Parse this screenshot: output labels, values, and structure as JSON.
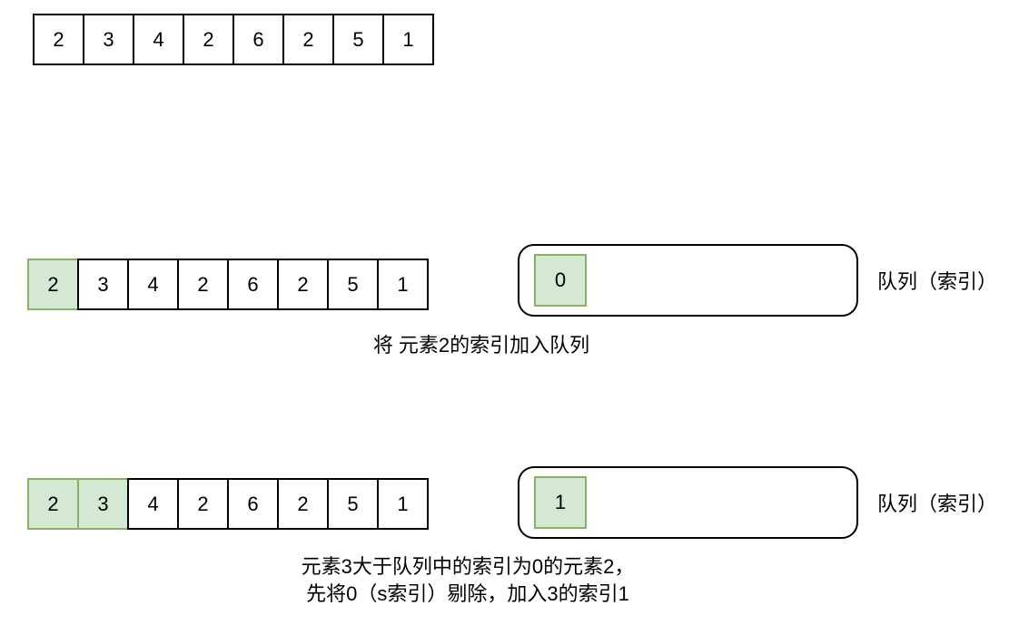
{
  "colors": {
    "background": "#ffffff",
    "text": "#000000",
    "cell_fill": "#ffffff",
    "cell_border": "#000000",
    "highlight_fill": "#d5e8d4",
    "highlight_border": "#82b366"
  },
  "rows": [
    {
      "name": "initial-array",
      "cells": [
        {
          "value": "2",
          "highlighted": false
        },
        {
          "value": "3",
          "highlighted": false
        },
        {
          "value": "4",
          "highlighted": false
        },
        {
          "value": "2",
          "highlighted": false
        },
        {
          "value": "6",
          "highlighted": false
        },
        {
          "value": "2",
          "highlighted": false
        },
        {
          "value": "5",
          "highlighted": false
        },
        {
          "value": "1",
          "highlighted": false
        }
      ]
    },
    {
      "name": "step1-array",
      "cells": [
        {
          "value": "2",
          "highlighted": true
        },
        {
          "value": "3",
          "highlighted": false
        },
        {
          "value": "4",
          "highlighted": false
        },
        {
          "value": "2",
          "highlighted": false
        },
        {
          "value": "6",
          "highlighted": false
        },
        {
          "value": "2",
          "highlighted": false
        },
        {
          "value": "5",
          "highlighted": false
        },
        {
          "value": "1",
          "highlighted": false
        }
      ],
      "queue": {
        "items": [
          {
            "value": "0",
            "highlighted": true
          }
        ],
        "label": "队列（索引）"
      },
      "caption": [
        "将 元素2的索引加入队列"
      ]
    },
    {
      "name": "step2-array",
      "cells": [
        {
          "value": "2",
          "highlighted": true
        },
        {
          "value": "3",
          "highlighted": true
        },
        {
          "value": "4",
          "highlighted": false
        },
        {
          "value": "2",
          "highlighted": false
        },
        {
          "value": "6",
          "highlighted": false
        },
        {
          "value": "2",
          "highlighted": false
        },
        {
          "value": "5",
          "highlighted": false
        },
        {
          "value": "1",
          "highlighted": false
        }
      ],
      "queue": {
        "items": [
          {
            "value": "1",
            "highlighted": true
          }
        ],
        "label": "队列（索引）"
      },
      "caption": [
        "元素3大于队列中的索引为0的元素2，",
        "先将0（s索引）剔除，加入3的索引1"
      ]
    }
  ]
}
